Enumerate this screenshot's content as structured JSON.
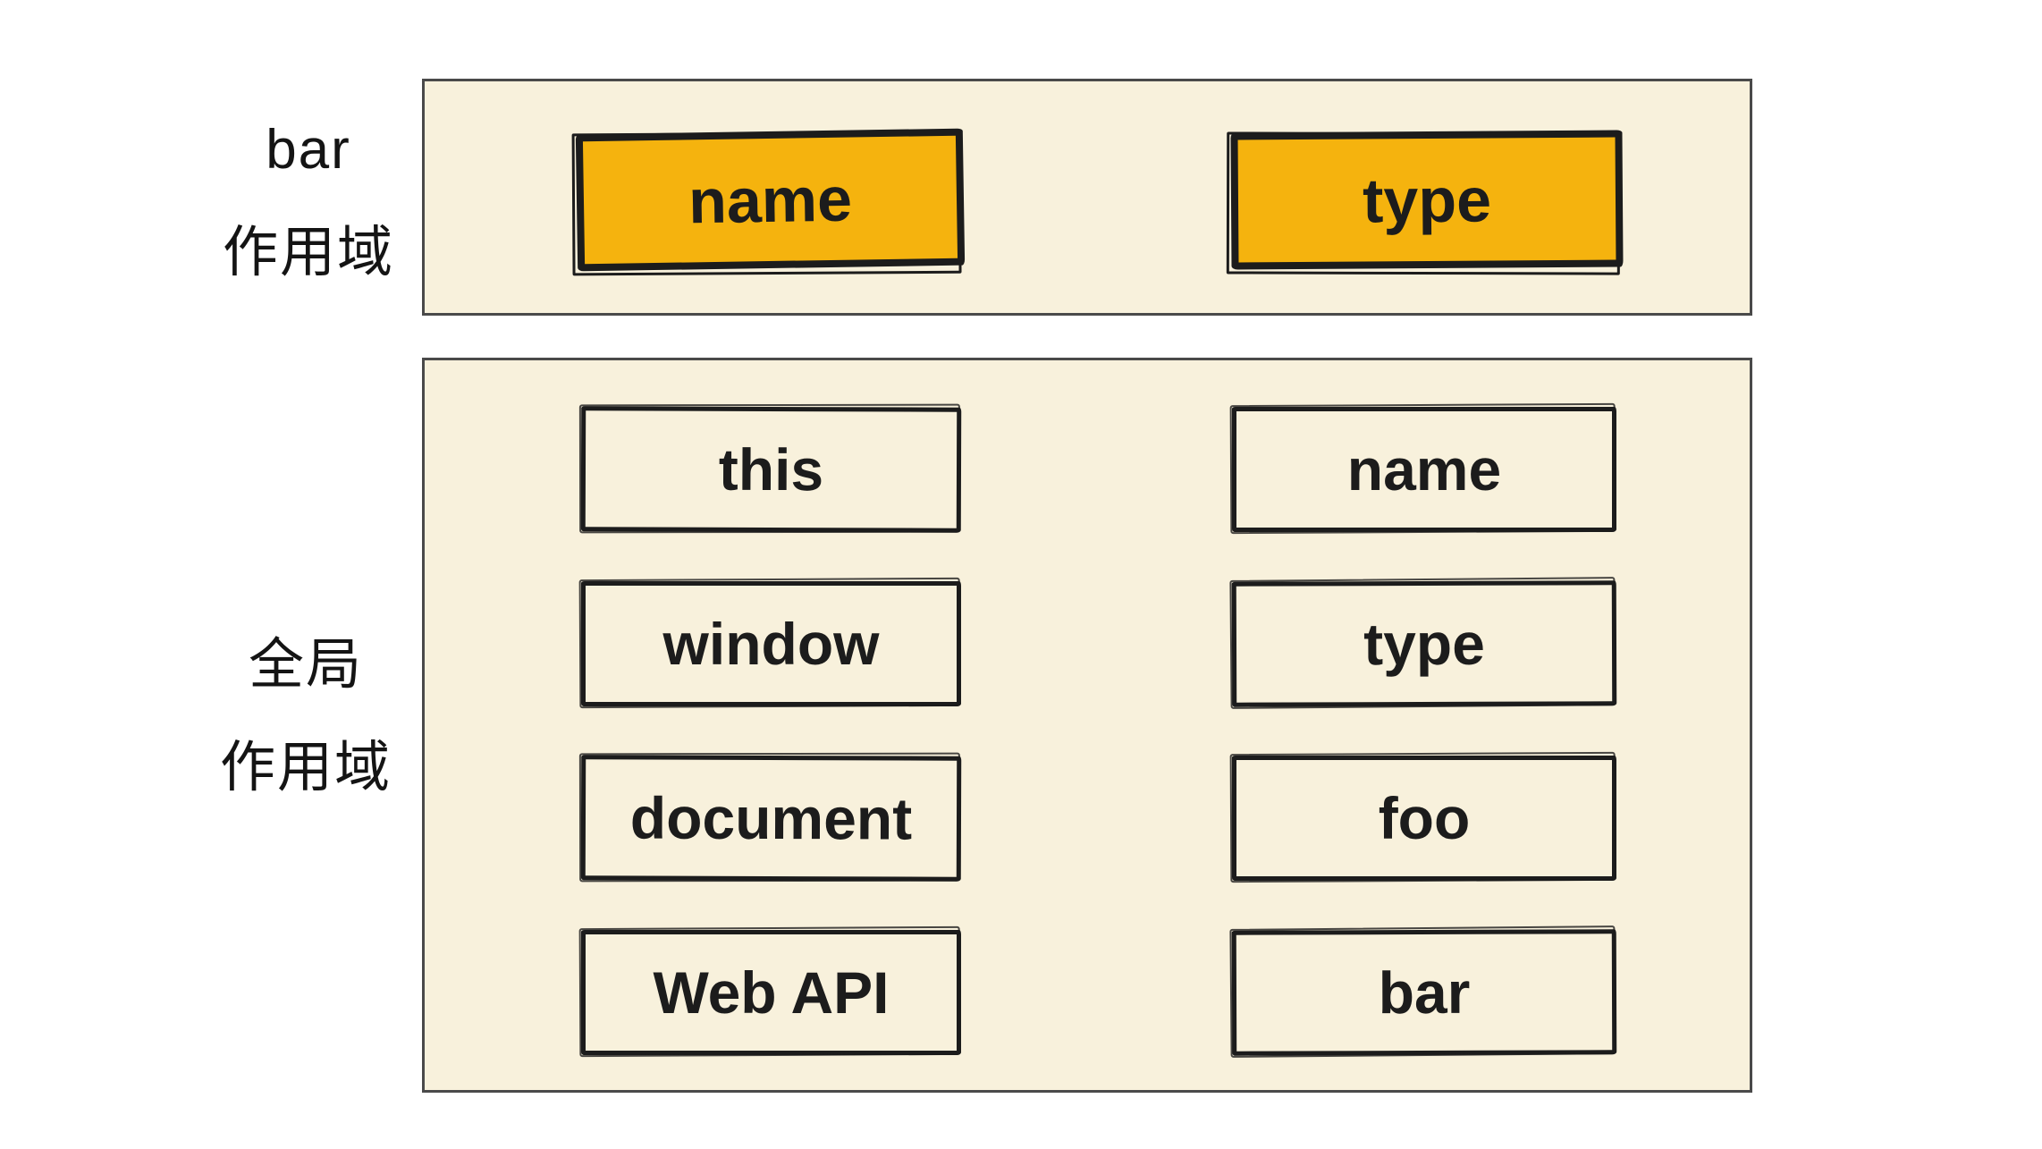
{
  "colors": {
    "page_bg": "#ffffff",
    "panel_bg": "#f8f1dc",
    "panel_border": "#4a4a4a",
    "highlight": "#f5b30e",
    "ink": "#1c1c1c",
    "label_ink": "#141414"
  },
  "bar_scope": {
    "label_lines": [
      "bar",
      "作用域"
    ],
    "boxes": [
      {
        "label": "name"
      },
      {
        "label": "type"
      }
    ]
  },
  "global_scope": {
    "label_lines": [
      "全局",
      "作用域"
    ],
    "rows": [
      {
        "left": "this",
        "right": "name"
      },
      {
        "left": "window",
        "right": "type"
      },
      {
        "left": "document",
        "right": "foo"
      },
      {
        "left": "Web API",
        "right": "bar"
      }
    ]
  }
}
